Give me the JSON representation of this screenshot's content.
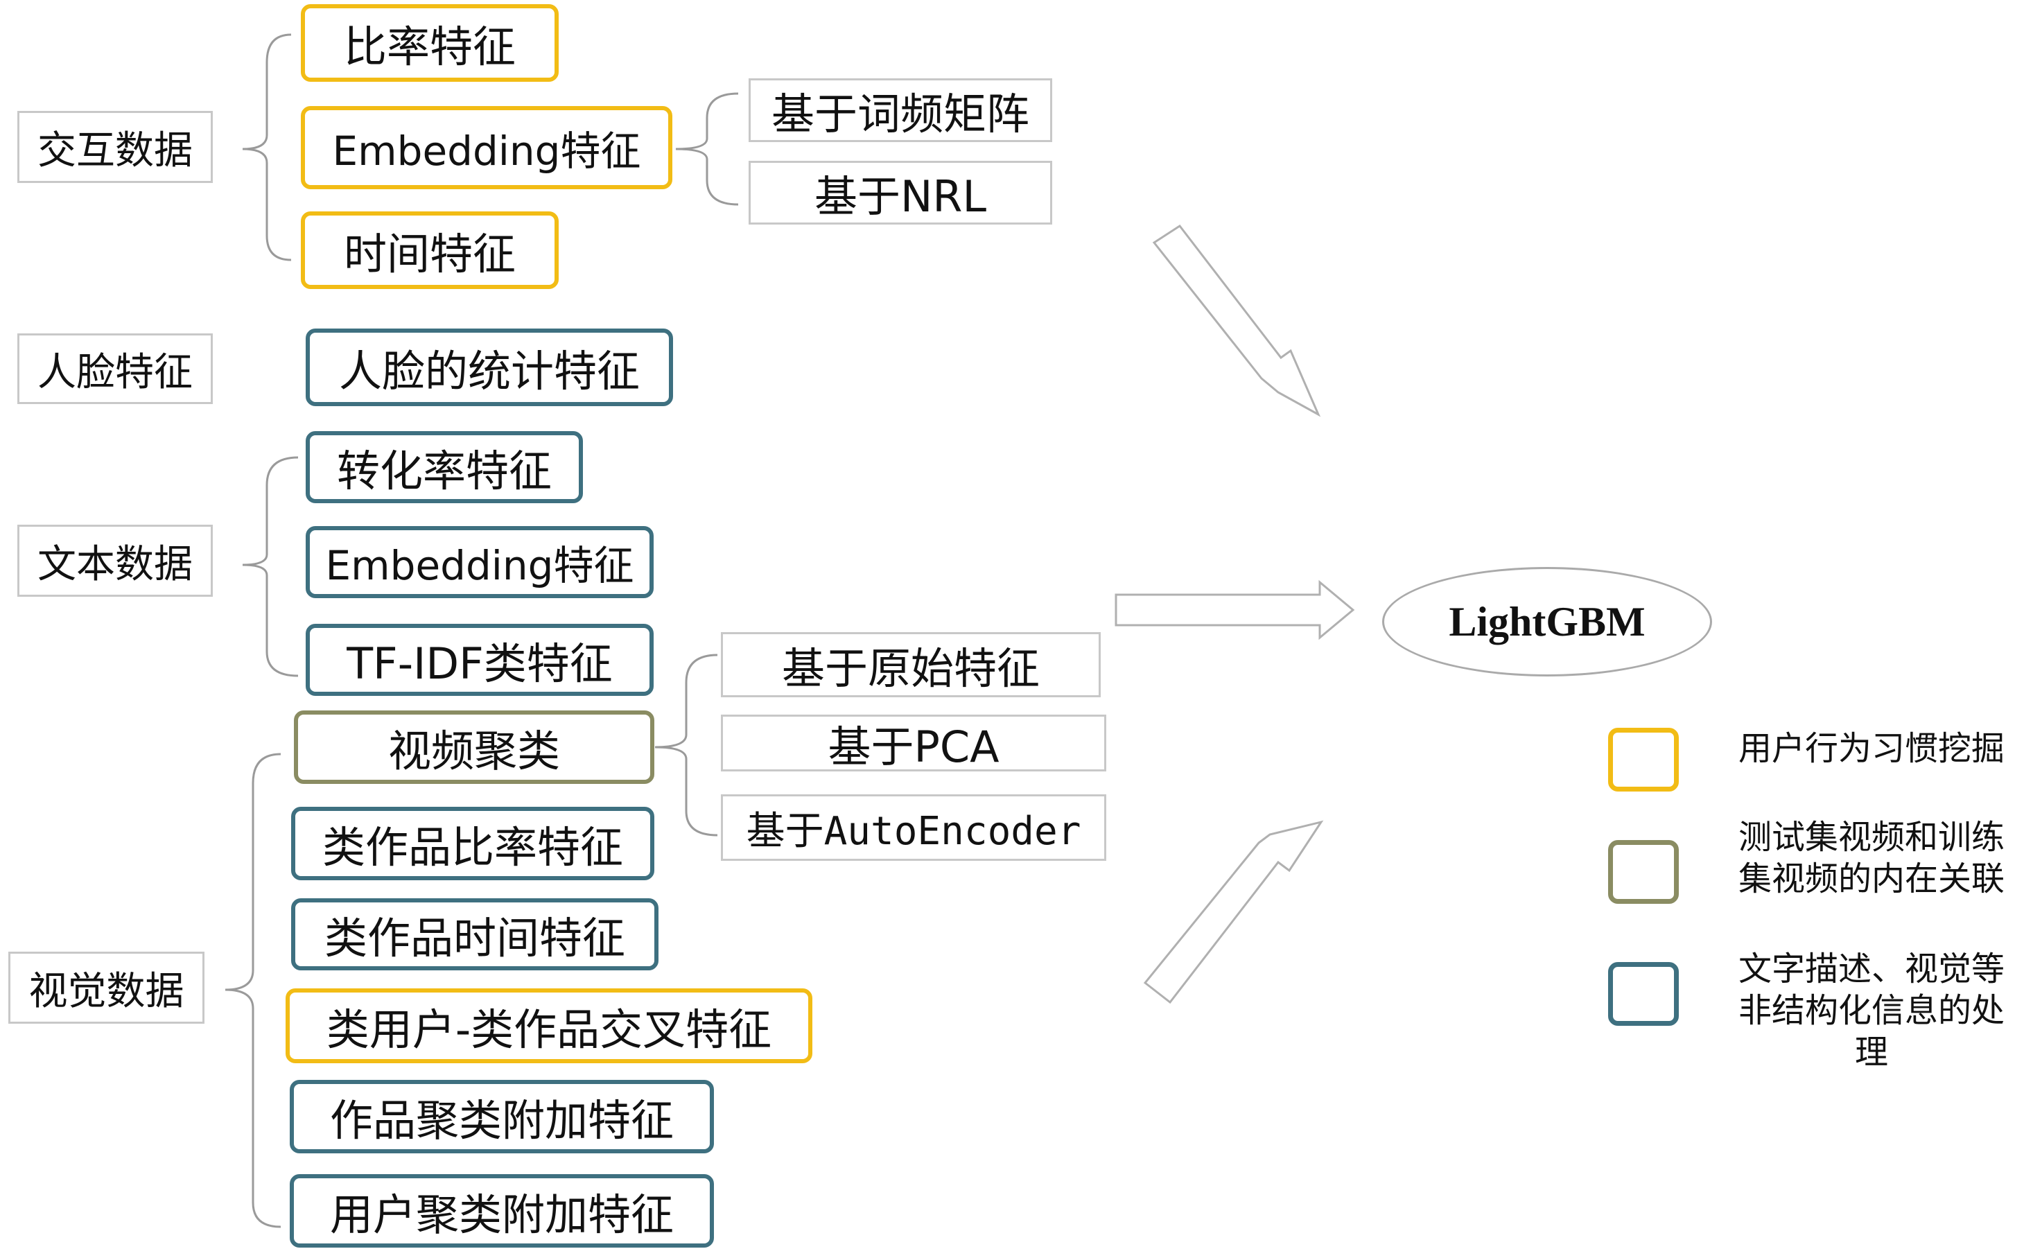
{
  "categories": {
    "interaction": "交互数据",
    "face": "人脸特征",
    "text": "文本数据",
    "visual": "视觉数据"
  },
  "features": {
    "ratio": "比率特征",
    "embedding_interaction": "Embedding特征",
    "time": "时间特征",
    "face_stats": "人脸的统计特征",
    "conversion_ratio": "转化率特征",
    "embedding_text": "Embedding特征",
    "tfidf": "TF-IDF类特征",
    "video_cluster": "视频聚类",
    "work_ratio": "类作品比率特征",
    "work_time": "类作品时间特征",
    "user_work_cross": "类用户-类作品交叉特征",
    "work_cluster": "作品聚类附加特征",
    "user_cluster": "用户聚类附加特征"
  },
  "sub_methods": {
    "word_freq_matrix": "基于词频矩阵",
    "nrl": "基于NRL",
    "original": "基于原始特征",
    "pca": "基于PCA",
    "autoencoder": "基于AutoEncoder"
  },
  "model": "LightGBM",
  "legend": [
    {
      "color": "#f2bc15",
      "lines": [
        "用户行为习惯挖掘"
      ]
    },
    {
      "color": "#8a8c62",
      "lines": [
        "测试集视频和训练",
        "集视频的内在关联"
      ]
    },
    {
      "color": "#3e7080",
      "lines": [
        "文字描述、视觉等",
        "非结构化信息的处",
        "理"
      ]
    }
  ]
}
